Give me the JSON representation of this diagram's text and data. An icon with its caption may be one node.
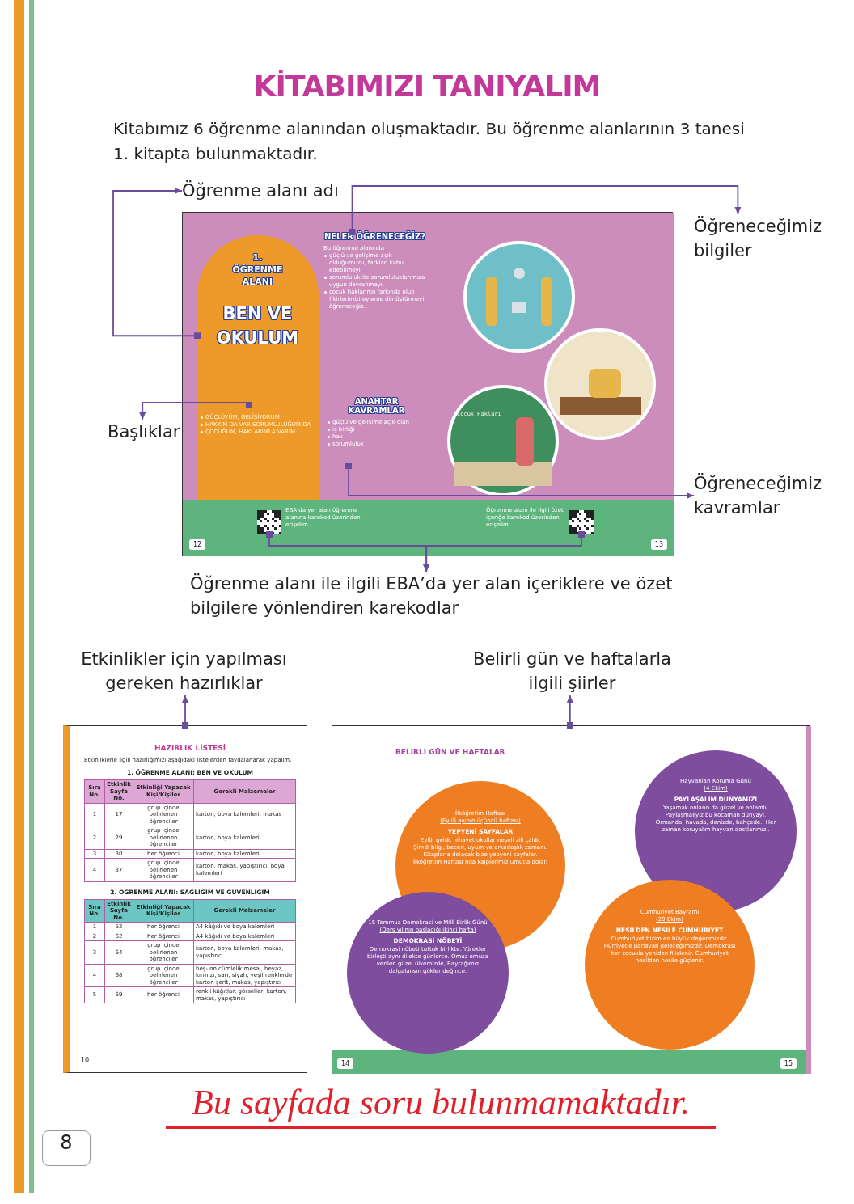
{
  "diagram": {
    "title": "KİTABIMIZI TANIYALIM",
    "nodes": [
      {
        "text": [
          "Öğrenme alanı adı"
        ]
      },
      {
        "text": [
          "Öğreneceğimiz bilgiler"
        ]
      },
      {
        "text": [
          "Başlıklar"
        ]
      },
      {
        "text": [
          "Öğreneceğimiz kavramlar"
        ]
      },
      {
        "text": [
          "Öğrenme alanı ile ilgili EBA’da yer alan içeriklere ve özet bilgilere yönlendiren karekodlar"
        ]
      },
      {
        "text": [
          "Etkinlikler için yapılması gereken hazırlıklar"
        ]
      },
      {
        "text": [
          "Belirli gün ve haftalarla ilgili şiirler"
        ]
      },
      {
        "text": [],
        "shape": "box"
      },
      {
        "text": [
          "12"
        ],
        "in": 7
      },
      {
        "text": [
          "1. ÖĞRENME ALANI",
          "BEN VE OKULUM"
        ],
        "in": 8
      },
      {
        "text": [
          "GÜÇLÜYÜM, GELİŞİYORUM",
          "HAKKIM DA VAR SORUMLULUĞUM DA",
          "ÇOCUĞUM, HAKLARIMLA VARIM"
        ],
        "in": 9
      },
      {
        "text": [
          "NELER ÖĞRENECEĞİZ?",
          "Bu öğrenme alanında",
          "güçlü ve gelişime açık olduğumuzu, farkları kabul edebilmeyi,",
          "sorumluluk ile sorumluluklarımıza uygun davranmayı,",
          "çocuk haklarının farkında olup fikirlerimizi eyleme dönüştürmeyi öğreneceğiz."
        ],
        "in": 8
      },
      {
        "text": [
          "ANAHTAR KAVRAMLAR",
          "güçlü ve gelişime açık olan",
          "iş birliği",
          "hak",
          "sorumluluk"
        ],
        "in": 8
      },
      {
        "text": [],
        "shape": "picture",
        "in": 8,
        "beside": [
          "EBA’da yer alan öğrenme alanına karekod üzerinden erişelim."
        ]
      },
      {
        "text": [
          "13"
        ],
        "in": 7
      },
      {
        "text": [],
        "shape": "picture",
        "in": 14,
        "beside": [
          "Öğrenme alanı ile ilgili özet içeriğe karekod üzerinden erişelim."
        ]
      },
      {
        "text": [
          "HAZIRLIK LİSTESİ",
          "Etkinliklerle ilgili hazırlığımızı aşağıdaki listelerden faydalanarak yapalım.",
          "10"
        ]
      },
      {
        "text": [],
        "shape": "box"
      },
      {
        "text": [
          "BELİRLİ GÜN VE HAFTALAR",
          "14"
        ],
        "in": 17
      },
      {
        "text": [
          "İlköğretim Haftası",
          "(Eylül ayının üçüncü haftası)",
          "YEPYENİ SAYFALAR",
          "Eylül geldi, nihayet okullar neşeli zili çaldı. Şimdi bilgi, beceri, uyum ve arkadaşlık zamanı. Kitaplarla dolacak bize yepyeni sayfalar. İlköğretim Haftası’nda kalplerimiz umutla dolar."
        ],
        "in": 18
      },
      {
        "text": [
          "15 Temmuz Demokrasi ve Millî Birlik Günü",
          "(Ders yılının başladığı ikinci hafta)",
          "DEMOKRASİ NÖBETİ",
          "Demokrasi nöbeti tuttuk birlikte. Yürekler birleşti aynı dilekte günlerce. Omuz omuza verilen güzel ülkemizde, Bayrağımız dalgalansın gökler değince."
        ],
        "in": 18
      },
      {
        "text": [
          "15"
        ],
        "in": 17
      },
      {
        "text": [
          "Hayvanları Koruma Günü",
          "(4 Ekim)",
          "PAYLAŞALIM DÜNYAMIZI",
          "Yaşamak onların da güzel ve anlamlı, Paylaşmalıyız bu kocaman dünyayı. Ormanda, havada, denizde, bahçede.. Her zaman koruyalım hayvan dostlarımızı."
        ],
        "in": 21
      },
      {
        "text": [
          "Cumhuriyet Bayramı",
          "(29 Ekim)",
          "NESİLDEN NESİLE CUMHURİYET",
          "Cumhuriyet bizim en büyük değerimizdir. Hürriyetle parlayan geleceğimizdir. Demokrasi her çocukla yeniden filizlenir. Cumhuriyet nesilden nesile güçlenir."
        ],
        "in": 21
      }
    ],
    "edges": [
      {
        "from": 9,
        "to": 0,
        "arrow": "to"
      },
      {
        "from": 11,
        "to": 1,
        "arrow": "to"
      },
      {
        "from": 10,
        "to": 2,
        "arrow": "to"
      },
      {
        "from": 12,
        "to": 3,
        "arrow": "to"
      },
      {
        "from": 13,
        "to": 4,
        "arrow": "to"
      },
      {
        "from": 15,
        "to": 4,
        "arrow": "to"
      },
      {
        "from": 16,
        "to": 5,
        "arrow": "to"
      },
      {
        "from": 17,
        "to": 6,
        "arrow": "to"
      }
    ],
    "labels": [
      "Kitabımız 6 öğrenme alanından oluşmaktadır. Bu öğrenme alanlarının 3 tanesi 1. kitapta bulunmaktadır.",
      "Çocuk Hakları",
      "1. ÖĞRENME ALANI: BEN VE OKULUM",
      "Sıra No.",
      "Etkinlik Sayfa No.",
      "Etkinliği Yapacak Kişi/Kişiler",
      "Gerekli Malzemeler",
      "1",
      "17",
      "grup içinde belirlenen öğrenciler",
      "karton, boya kalemleri, makas",
      "2",
      "29",
      "grup içinde belirlenen öğrenciler",
      "karton, boya kalemleri",
      "3",
      "30",
      "her öğrenci",
      "karton, boya kalemleri",
      "4",
      "37",
      "grup içinde belirlenen öğrenciler",
      "karton, makas, yapıştırıcı, boya kalemleri",
      "2. ÖĞRENME ALANI: SAĞLIĞIM VE GÜVENLİĞİM",
      "Sıra No.",
      "Etkinlik Sayfa No.",
      "Etkinliği Yapacak Kişi/Kişiler",
      "Gerekli Malzemeler",
      "1",
      "52",
      "her öğrenci",
      "A4 kâğıdı ve boya kalemleri",
      "2",
      "62",
      "her öğrenci",
      "A4 kâğıdı ve boya kalemleri",
      "3",
      "64",
      "grup içinde belirlenen öğrenciler",
      "karton, boya kalemleri, makas, yapıştırıcı",
      "4",
      "68",
      "grup içinde belirlenen öğrenciler",
      "beş- on cümlelik mesaj, beyaz, kırmızı, sarı, siyah, yeşil renklerde karton şerit, makas, yapıştırıcı",
      "5",
      "69",
      "her öğrenci",
      "renkli kâğıtlar, görseller, karton, makas, yapıştırıcı",
      "Bu sayfada soru bulunmamaktadır.",
      "8"
    ]
  }
}
